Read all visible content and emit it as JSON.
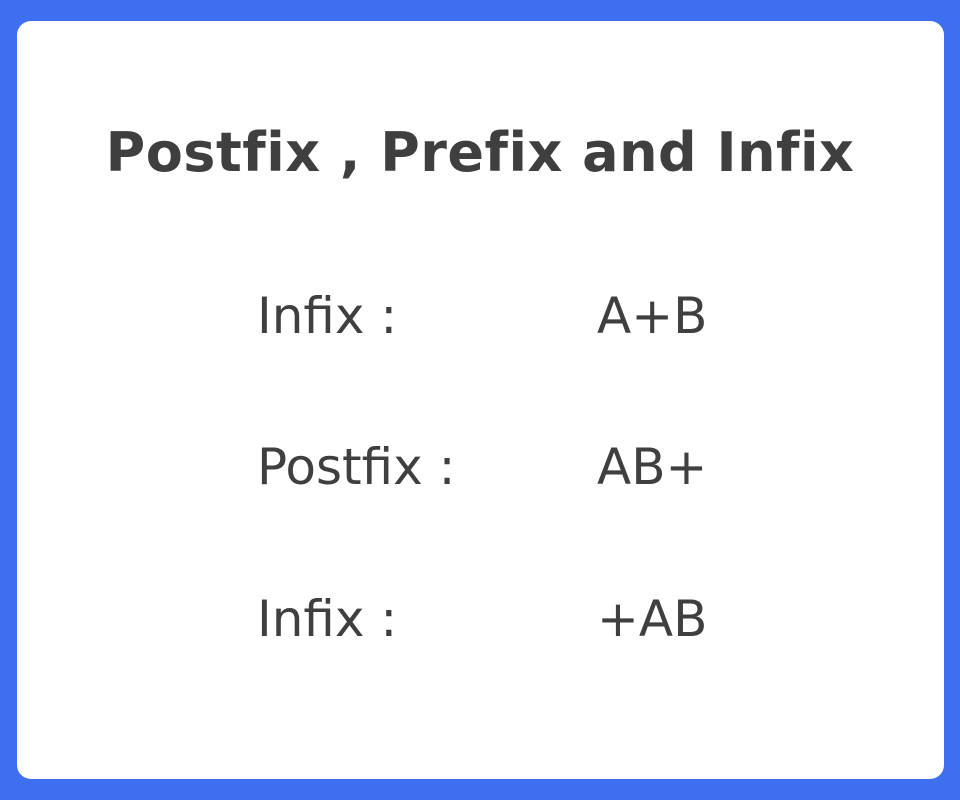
{
  "title": "Postfix , Prefix and Infix",
  "rows": [
    {
      "label": "Infix :",
      "expression": "A+B"
    },
    {
      "label": "Postfix :",
      "expression": "AB+"
    },
    {
      "label": "Infix :",
      "expression": "+AB"
    }
  ],
  "colors": {
    "background": "#3d6ff0",
    "card": "#ffffff",
    "text": "#3f3f3f"
  }
}
